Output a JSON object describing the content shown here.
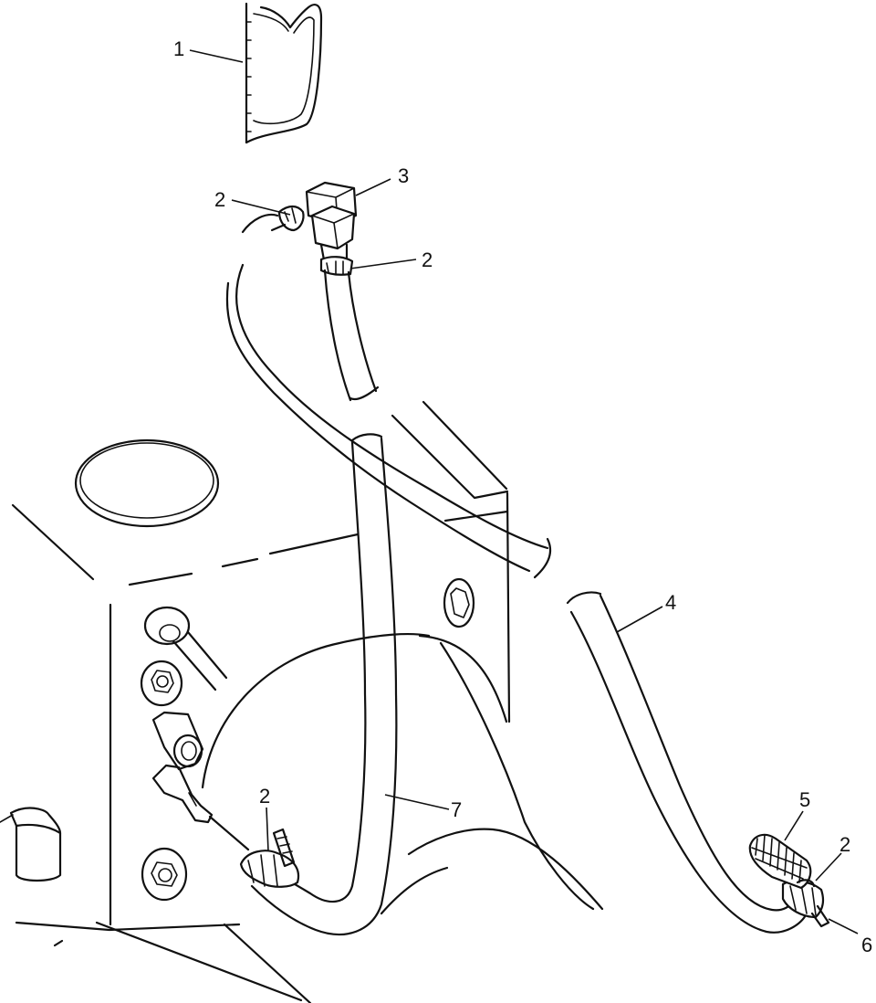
{
  "callouts": {
    "c1": "1",
    "c2a": "2",
    "c3": "3",
    "c2b": "2",
    "c4": "4",
    "c2c": "2",
    "c7": "7",
    "c5": "5",
    "c2d": "2",
    "c6": "6"
  },
  "colors": {
    "line": "#111111",
    "background": "#ffffff"
  }
}
